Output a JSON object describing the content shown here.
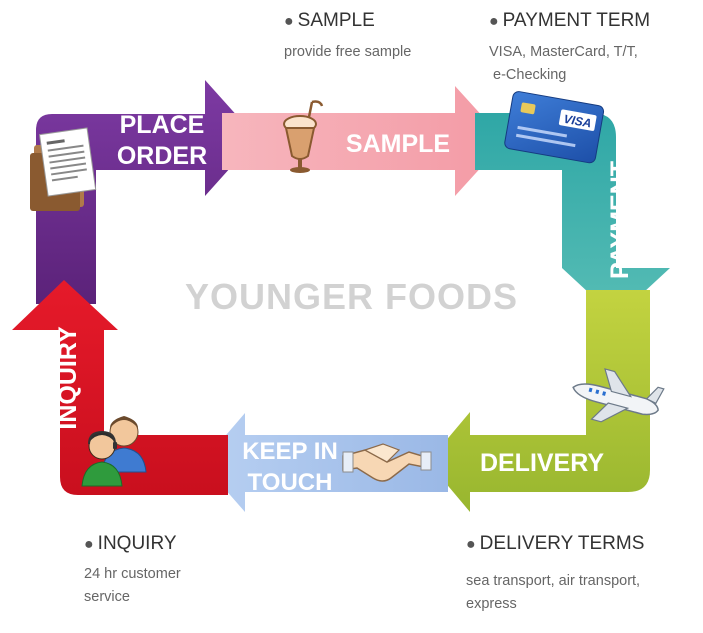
{
  "watermark": "YOUNGER FOODS",
  "flow": {
    "place_order": {
      "line1": "PLACE",
      "line2": "ORDER"
    },
    "sample": "SAMPLE",
    "payment": "PAYMENT",
    "delivery": "DELIVERY",
    "keep_in_touch": {
      "line1": "KEEP IN",
      "line2": "TOUCH"
    },
    "inquiry": "INQUIRY"
  },
  "notes": {
    "sample": {
      "title": "SAMPLE",
      "lines": [
        "provide free sample"
      ]
    },
    "payment_term": {
      "title": "PAYMENT TERM",
      "lines": [
        "VISA, MasterCard, T/T,",
        " e-Checking"
      ]
    },
    "inquiry": {
      "title": "INQUIRY",
      "lines": [
        "24 hr customer",
        "service"
      ]
    },
    "delivery_terms": {
      "title": "DELIVERY TERMS",
      "lines": [
        "sea transport, air transport,",
        "express"
      ]
    }
  },
  "icons": {
    "card_brand": "VISA",
    "document": "document-icon",
    "milkshake": "milkshake-icon",
    "credit_card": "credit-card-icon",
    "airplane": "airplane-icon",
    "handshake": "handshake-icon",
    "support_agents": "support-agents-icon"
  },
  "colors": {
    "purple": "#6a2c8c",
    "pink": "#f4a3ac",
    "teal": "#44b2ad",
    "lime": "#a9c23a",
    "blue": "#a7c3ea",
    "red": "#dc1727"
  }
}
